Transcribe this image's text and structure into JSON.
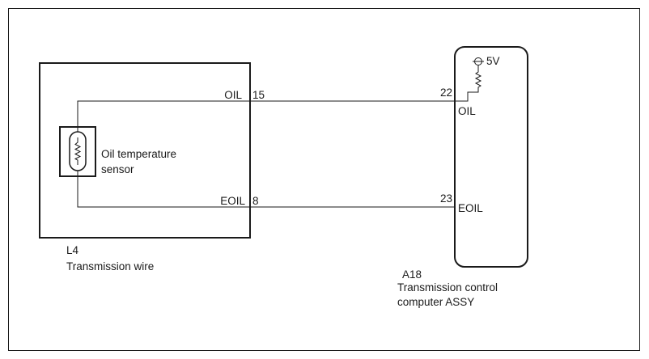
{
  "colors": {
    "line": "#1a1a1a",
    "background": "#ffffff"
  },
  "icons": [
    "resistor-icon",
    "voltage-supply-icon"
  ],
  "sensor": {
    "label_line1": "Oil temperature",
    "label_line2": "sensor"
  },
  "wire_connector": {
    "id": "L4",
    "name": "Transmission wire",
    "pins": [
      {
        "signal": "OIL",
        "pin": "15"
      },
      {
        "signal": "EOIL",
        "pin": "8"
      }
    ]
  },
  "ecu": {
    "id": "A18",
    "name_line1": "Transmission control",
    "name_line2": "computer ASSY",
    "supply": "5V",
    "pins": [
      {
        "pin": "22",
        "signal": "OIL"
      },
      {
        "pin": "23",
        "signal": "EOIL"
      }
    ]
  }
}
